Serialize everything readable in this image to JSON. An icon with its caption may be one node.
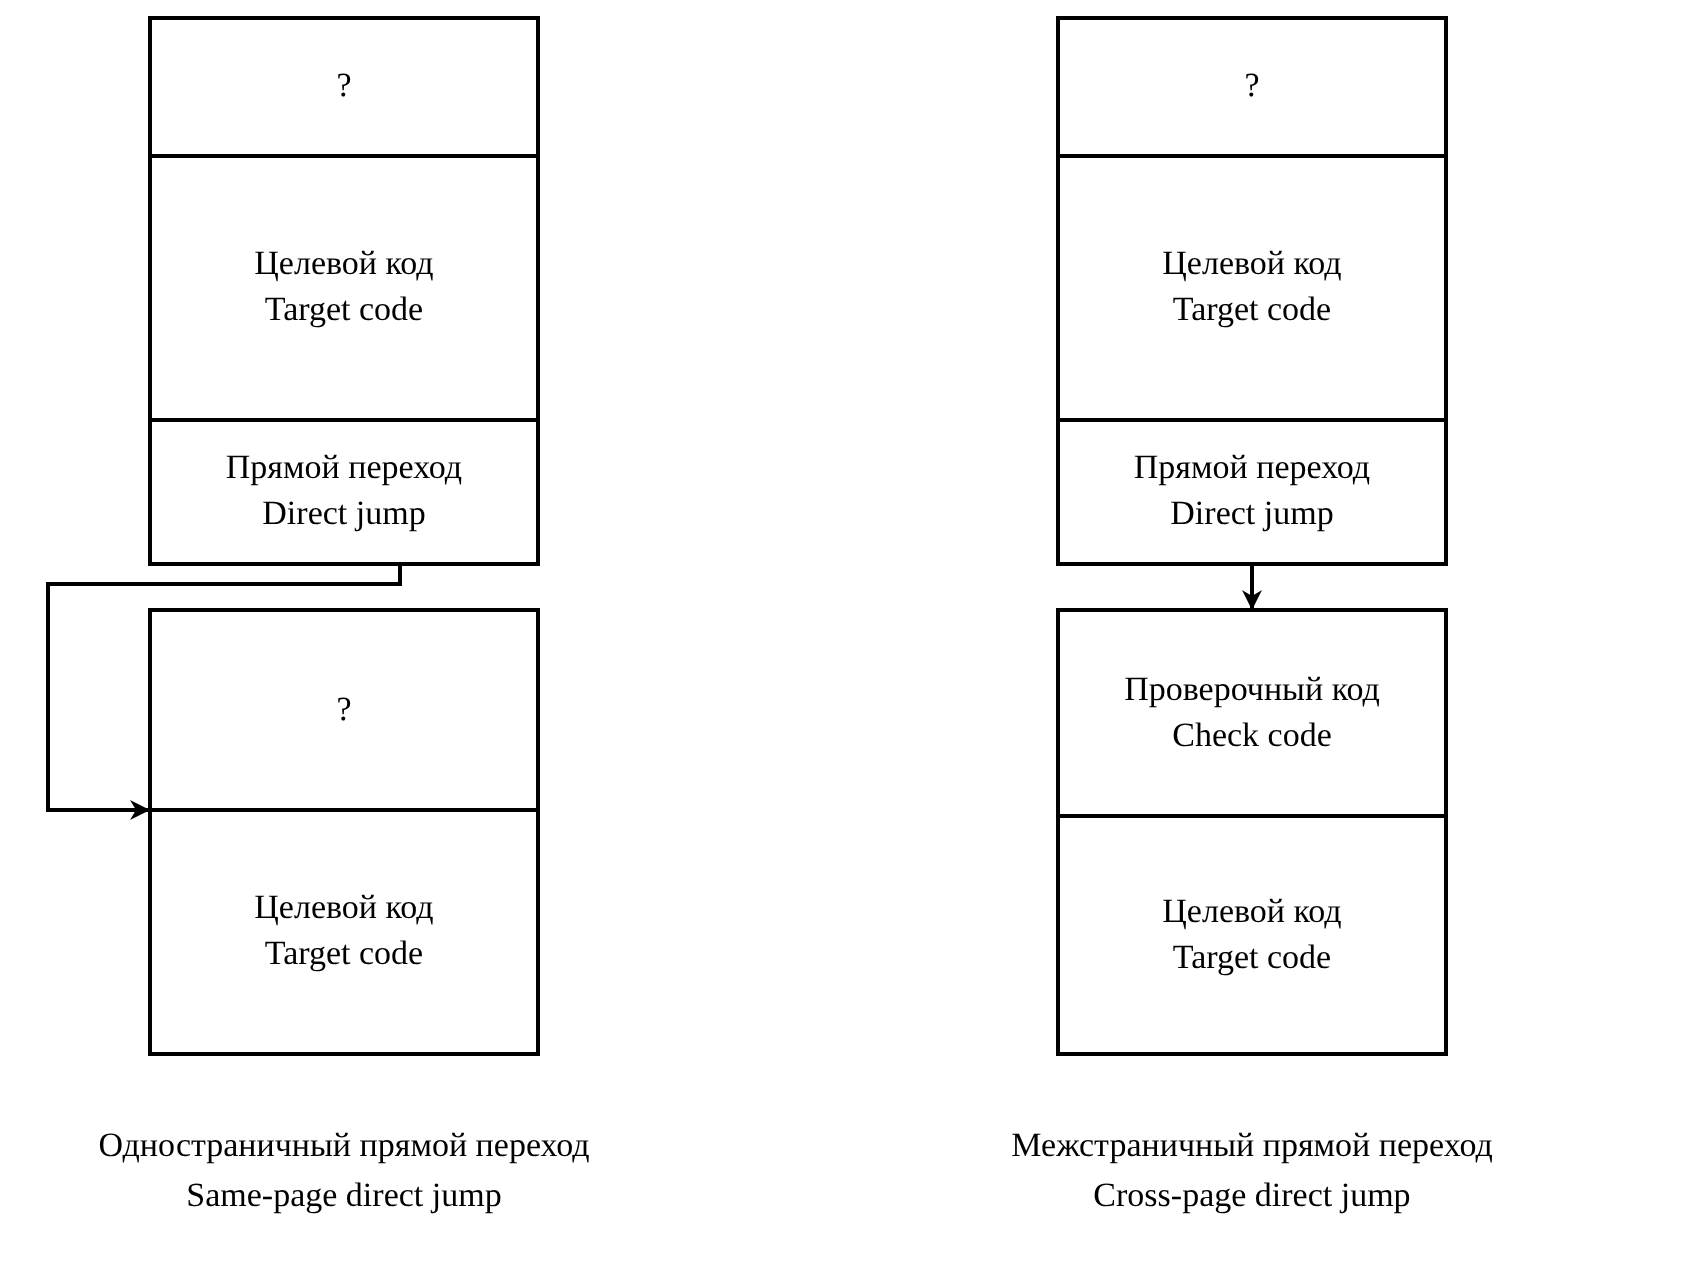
{
  "diagram": {
    "nodes": [
      {
        "text": [
          "?"
        ]
      },
      {
        "text": [
          "Целевой код",
          "Target code"
        ]
      },
      {
        "text": [
          "Прямой переход",
          "Direct jump"
        ]
      },
      {
        "text": [
          "?"
        ]
      },
      {
        "text": [
          "Целевой код",
          "Target code"
        ]
      },
      {
        "text": [
          "?"
        ]
      },
      {
        "text": [
          "Целевой код",
          "Target code"
        ]
      },
      {
        "text": [
          "Прямой переход",
          "Direct jump"
        ]
      },
      {
        "text": [
          "Проверочный код",
          "Check code"
        ]
      },
      {
        "text": [
          "Целевой код",
          "Target code"
        ]
      }
    ],
    "edges": [
      {
        "from": 2,
        "to": 3,
        "arrow": "to"
      },
      {
        "from": 7,
        "to": 8,
        "arrow": "to"
      }
    ],
    "labels": [
      "Одностраничный прямой переход",
      "Same-page direct jump",
      "Межстраничный прямой переход",
      "Cross-page direct jump"
    ]
  }
}
